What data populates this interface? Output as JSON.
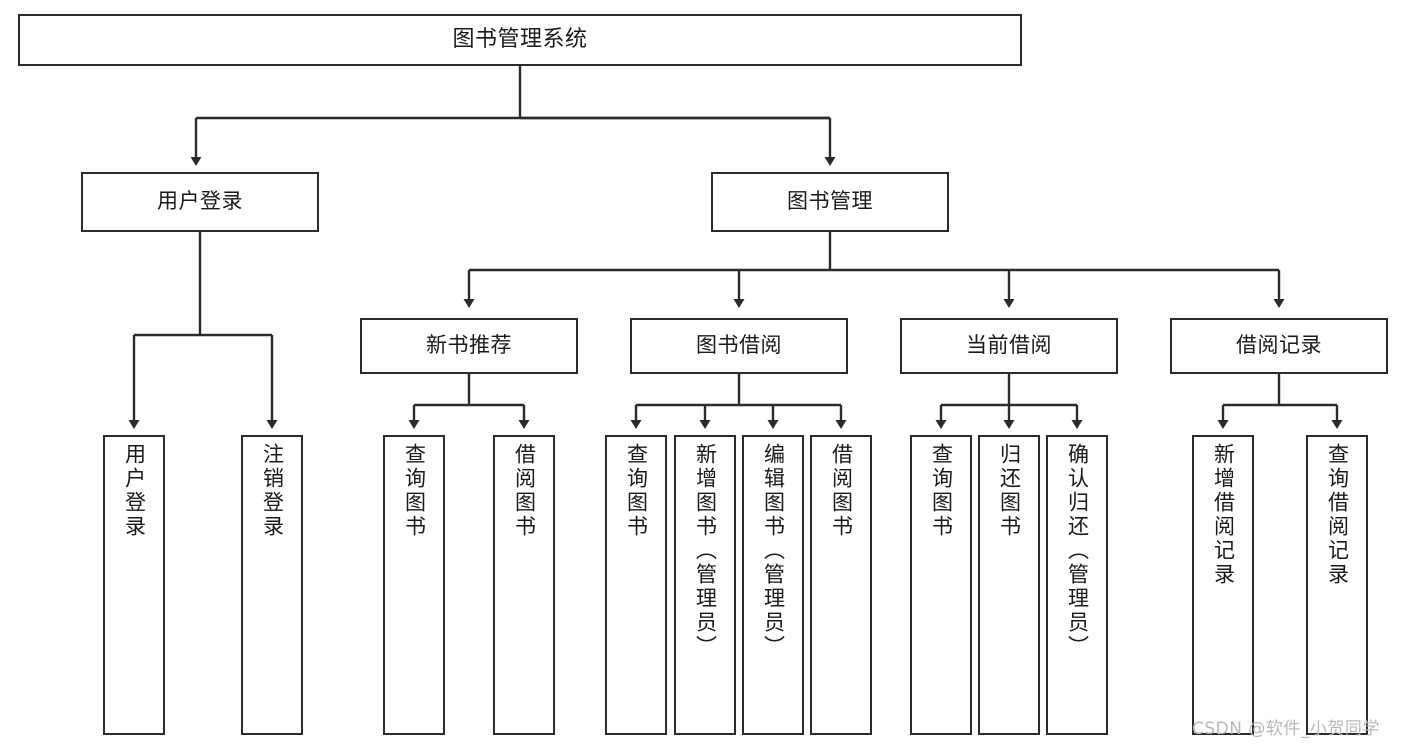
{
  "diagram": {
    "title": "图书管理系统",
    "type": "tree-hierarchy-chart",
    "watermark": "CSDN @软件_小贺同学",
    "colors": {
      "background": "#ffffff",
      "border": "#2b2b2b",
      "text": "#1a1a1a",
      "edge": "#2b2b2b",
      "watermark": "#b9b9b9"
    },
    "nodes": {
      "root": {
        "label": "图书管理系统"
      },
      "level1": [
        {
          "label": "用户登录"
        },
        {
          "label": "图书管理"
        }
      ],
      "level2": [
        {
          "label": "新书推荐"
        },
        {
          "label": "图书借阅"
        },
        {
          "label": "当前借阅"
        },
        {
          "label": "借阅记录"
        }
      ],
      "leaves": {
        "user_login": [
          {
            "label": "用户登录"
          },
          {
            "label": "注销登录"
          }
        ],
        "new_book_recommend": [
          {
            "label": "查询图书"
          },
          {
            "label": "借阅图书"
          }
        ],
        "book_borrow": [
          {
            "label": "查询图书"
          },
          {
            "label": "新增图书（管理员）"
          },
          {
            "label": "编辑图书（管理员）"
          },
          {
            "label": "借阅图书"
          }
        ],
        "current_borrow": [
          {
            "label": "查询图书"
          },
          {
            "label": "归还图书"
          },
          {
            "label": "确认归还（管理员）"
          }
        ],
        "borrow_record": [
          {
            "label": "新增借阅记录"
          },
          {
            "label": "查询借阅记录"
          }
        ]
      }
    }
  }
}
